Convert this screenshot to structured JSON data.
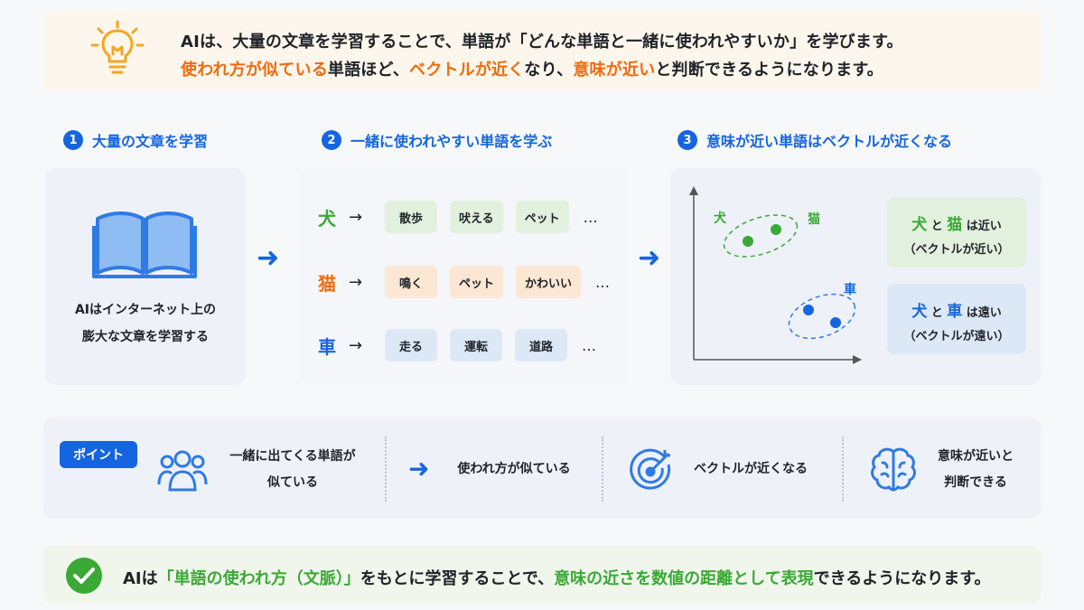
{
  "banner": {
    "line1": "AIは、大量の文章を学習することで、単語が「どんな単語と一緒に使われやすいか」を学びます。",
    "line2_a": "使われ方が似ている",
    "line2_b": "単語ほど、",
    "line2_c": "ベクトルが近く",
    "line2_d": "なり、",
    "line2_e": "意味が近い",
    "line2_f": "と判断できるようになります。"
  },
  "steps": [
    {
      "num": "1",
      "label": "大量の文章を学習"
    },
    {
      "num": "2",
      "label": "一緒に使われやすい単語を学ぶ"
    },
    {
      "num": "3",
      "label": "意味が近い単語はベクトルが近くなる"
    }
  ],
  "panel1": {
    "line1": "AIはインターネット上の",
    "line2": "膨大な文章を学習する"
  },
  "rows": [
    {
      "word": "犬",
      "arrow": "→",
      "chips": [
        "散歩",
        "吠える",
        "ペット"
      ],
      "dots": "…"
    },
    {
      "word": "猫",
      "arrow": "→",
      "chips": [
        "鳴く",
        "ペット",
        "かわいい"
      ],
      "dots": "…"
    },
    {
      "word": "車",
      "arrow": "→",
      "chips": [
        "走る",
        "運転",
        "道路"
      ],
      "dots": "…"
    }
  ],
  "flow_arrow": "➜",
  "scatter": {
    "dog": "犬",
    "cat": "猫",
    "car": "車"
  },
  "compare": [
    {
      "a": "犬",
      "and": "と",
      "b": "猫",
      "rel": "は近い",
      "sub": "（ベクトルが近い）"
    },
    {
      "a": "犬",
      "and": "と",
      "b": "車",
      "rel": "は遠い",
      "sub": "（ベクトルが遠い）"
    }
  ],
  "points": {
    "badge": "ポイント",
    "p1_line1": "一緒に出てくる単語が",
    "p1_line2": "似ている",
    "p2": "使われ方が似ている",
    "p3": "ベクトルが近くなる",
    "p4_line1": "意味が近いと",
    "p4_line2": "判断できる"
  },
  "bottom": {
    "t1": "AIは",
    "t2": "「単語の使われ方（文脈）」",
    "t3": "をもとに学習することで、",
    "t4": "意味の近さを数値の距離として表現",
    "t5": "できるようになります。"
  },
  "colors": {
    "blue": "#1565e0",
    "green": "#3aa935",
    "orange": "#f06a0c",
    "amber": "#f5a623"
  },
  "icons": [
    "lightbulb-icon",
    "open-book-icon",
    "arrow-right-icon",
    "people-icon",
    "target-icon",
    "brain-icon",
    "check-circle-icon"
  ]
}
